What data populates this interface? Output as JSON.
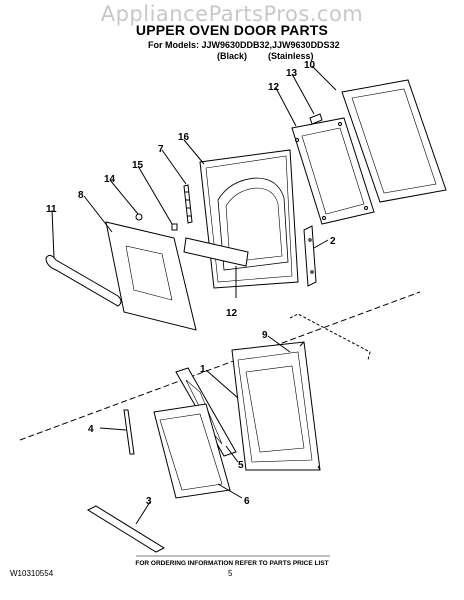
{
  "watermark": "AppliancePartsPros.com",
  "title": "UPPER OVEN DOOR PARTS",
  "models": "For Models: JJW9630DDB32,JJW9630DDS32",
  "finish_black": "(Black)",
  "finish_stainless": "(Stainless)",
  "footer_note": "FOR ORDERING INFORMATION REFER TO PARTS PRICE LIST",
  "doc_number": "W10310554",
  "page_number": "5",
  "callouts": {
    "c10": "10",
    "c13": "13",
    "c12a": "12",
    "c16": "16",
    "c7": "7",
    "c15": "15",
    "c14": "14",
    "c8": "8",
    "c11": "11",
    "c2": "2",
    "c12b": "12",
    "c9": "9",
    "c1": "1",
    "c4": "4",
    "c5": "5",
    "c6": "6",
    "c3": "3"
  }
}
